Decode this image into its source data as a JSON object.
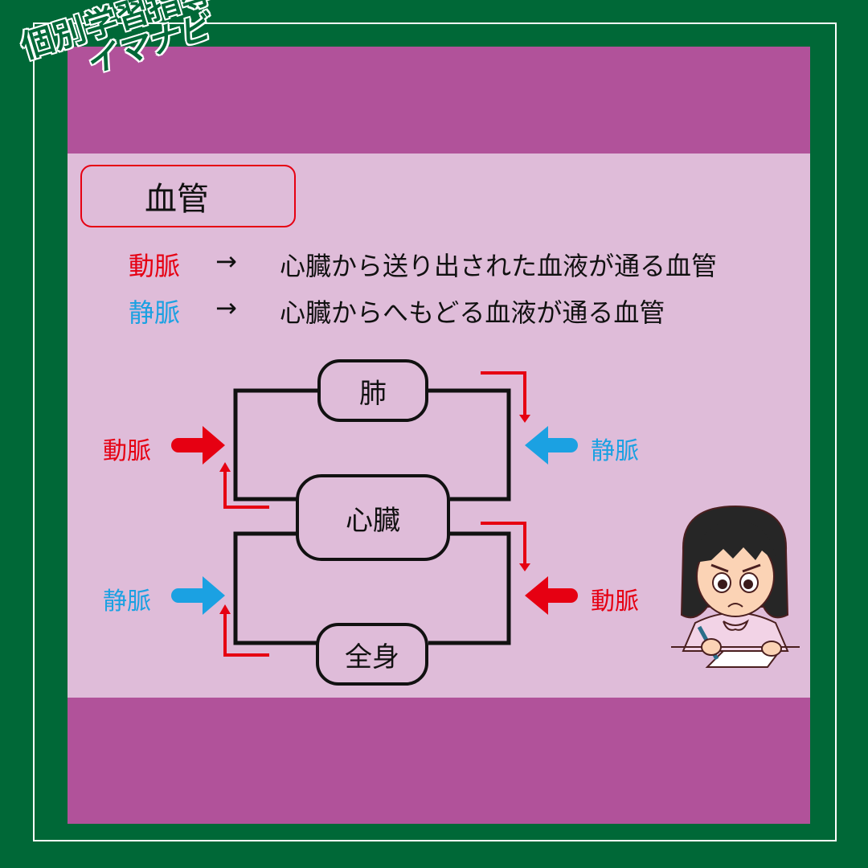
{
  "brand": {
    "line1": "個別学習指導",
    "line2": "イマナビ"
  },
  "title": "血管",
  "definitions": [
    {
      "term": "動脈",
      "arrow": "→",
      "text": "心臓から送り出された血液が通る血管",
      "color": "#e60012"
    },
    {
      "term": "静脈",
      "arrow": "→",
      "text": "心臓からへもどる血液が通る血管",
      "color": "#1ba1e2"
    }
  ],
  "diagram": {
    "organs": {
      "lung": "肺",
      "heart": "心臓",
      "body": "全身"
    },
    "labels": {
      "upper_left": "動脈",
      "upper_right": "静脈",
      "lower_left": "静脈",
      "lower_right": "動脈"
    }
  },
  "colors": {
    "background_green": "#006837",
    "band_purple": "#b1529a",
    "panel_pink": "#dfbcd9",
    "artery_red": "#e60012",
    "vein_blue": "#1ba1e2"
  },
  "illustration": "student-writing-icon"
}
